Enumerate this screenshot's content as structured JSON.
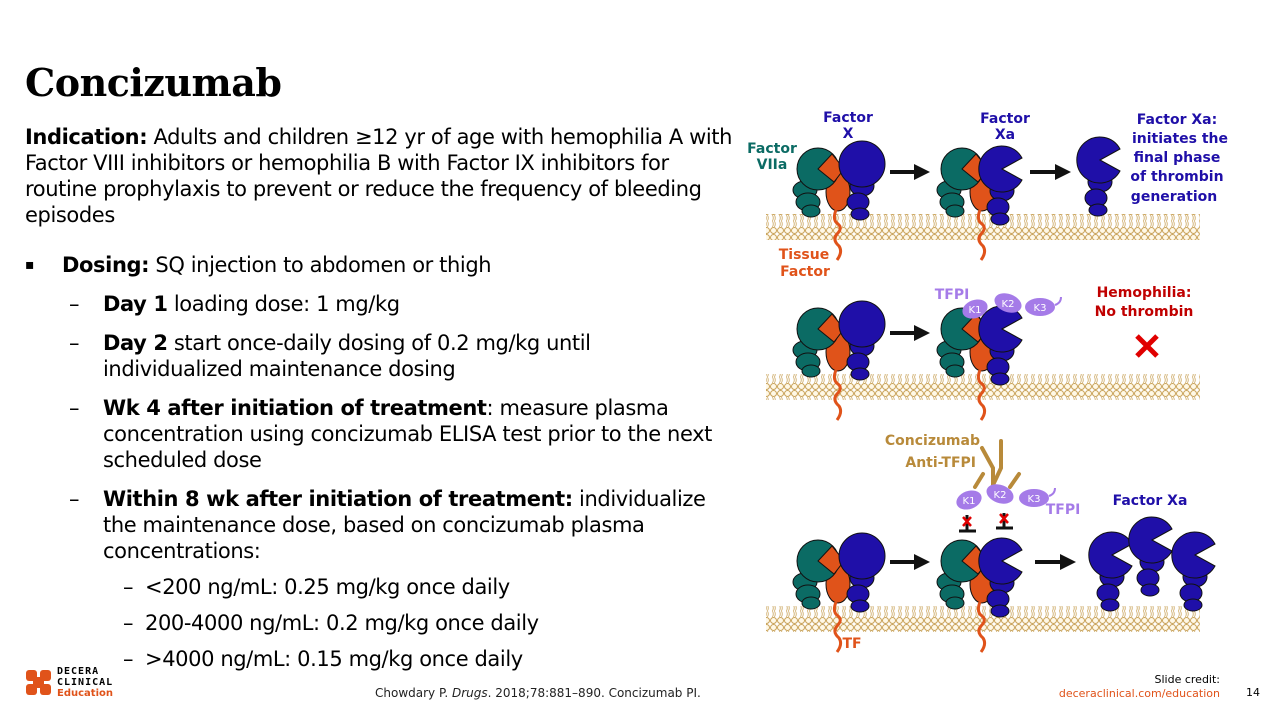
{
  "title": "Concizumab",
  "indication": {
    "label": "Indication:",
    "text": " Adults and children ≥12 yr of age with hemophilia A with Factor VIII inhibitors or hemophilia B with Factor IX inhibitors for routine prophylaxis to prevent or reduce the frequency of bleeding episodes"
  },
  "dosing": {
    "bullet": "▪",
    "label": "Dosing:",
    "text": " SQ injection to abdomen or thigh",
    "items": [
      {
        "bullet": "–",
        "bold": "Day 1",
        "text": " loading dose: 1 mg/kg"
      },
      {
        "bullet": "–",
        "bold": "Day 2",
        "text": " start once-daily dosing of 0.2 mg/kg until individualized maintenance dosing"
      },
      {
        "bullet": "–",
        "bold": "Wk 4 after initiation of treatment",
        "text": ": measure plasma concentration using concizumab ELISA test prior to the next scheduled dose"
      },
      {
        "bullet": "–",
        "bold": "Within 8 wk after initiation of treatment:",
        "text": " individualize the maintenance dose, based on concizumab plasma concentrations:"
      }
    ],
    "subitems": [
      {
        "bullet": "–",
        "text": "<200 ng/mL: 0.25 mg/kg once daily"
      },
      {
        "bullet": "–",
        "text": "200-4000 ng/mL: 0.2 mg/kg once daily"
      },
      {
        "bullet": "–",
        "text": ">4000 ng/mL: 0.15 mg/kg once daily"
      }
    ]
  },
  "diagram": {
    "factor_x": [
      "Factor",
      "X"
    ],
    "factor_viia": [
      "Factor",
      "VIIa"
    ],
    "factor_xa": [
      "Factor",
      "Xa"
    ],
    "factor_xa_note": [
      "Factor Xa:",
      "initiates the",
      "final phase",
      "of thrombin",
      "generation"
    ],
    "tissue_factor": [
      "Tissue",
      "Factor"
    ],
    "tfpi": "TFPI",
    "k1": "K1",
    "k2": "K2",
    "k3": "K3",
    "hemophilia": [
      "Hemophilia:",
      "No thrombin"
    ],
    "concizumab": [
      "Concizumab",
      "Anti-TFPI"
    ],
    "factor_xa_bottom": "Factor Xa",
    "tf": "TF",
    "colors": {
      "teal": "#0b6b64",
      "blue": "#1f0fa8",
      "orange": "#e0531a",
      "purple": "#a57be8",
      "brown": "#b88a3a",
      "red": "#c00000"
    }
  },
  "footer": {
    "logo": [
      "DECERA",
      "CLINICAL",
      "Education"
    ],
    "reference_pre": "Chowdary P. ",
    "reference_journal": "Drugs",
    "reference_post": ". 2018;78:881–890. Concizumab PI.",
    "credit_label": "Slide credit:",
    "credit_url": "deceraclinical.com/education",
    "page": "14"
  }
}
